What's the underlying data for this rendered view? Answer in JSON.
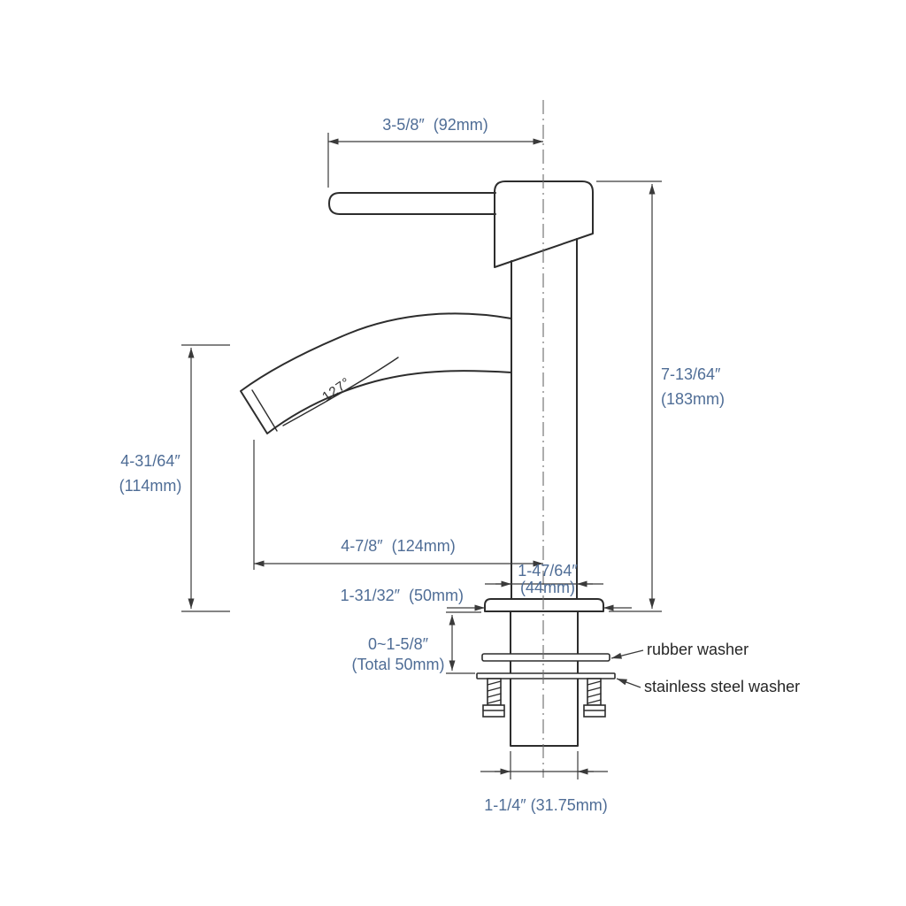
{
  "colors": {
    "dimension_text": "#4f6d96",
    "part_label_text": "#262626",
    "angle_text": "#2d2d2d"
  },
  "labels": {
    "dim_handle_reach": "3-5/8″  (92mm)",
    "dim_total_height_1": "7-13/64″",
    "dim_total_height_2": "(183mm)",
    "dim_spout_height_1": "4-31/64″",
    "dim_spout_height_2": "(114mm)",
    "dim_spout_reach": "4-7/8″  (124mm)",
    "dim_body_width_1": "1-47/64″",
    "dim_body_width_2": "(44mm)",
    "dim_flange_width": "1-31/32″  (50mm)",
    "dim_deck_thickness_1": "0~1-5/8″",
    "dim_deck_thickness_2": "(Total 50mm)",
    "spout_angle": "127°",
    "part_rubber_washer": "rubber washer",
    "part_stainless_washer": "stainless steel washer",
    "dim_shank_width": "1-1/4″ (31.75mm)"
  }
}
